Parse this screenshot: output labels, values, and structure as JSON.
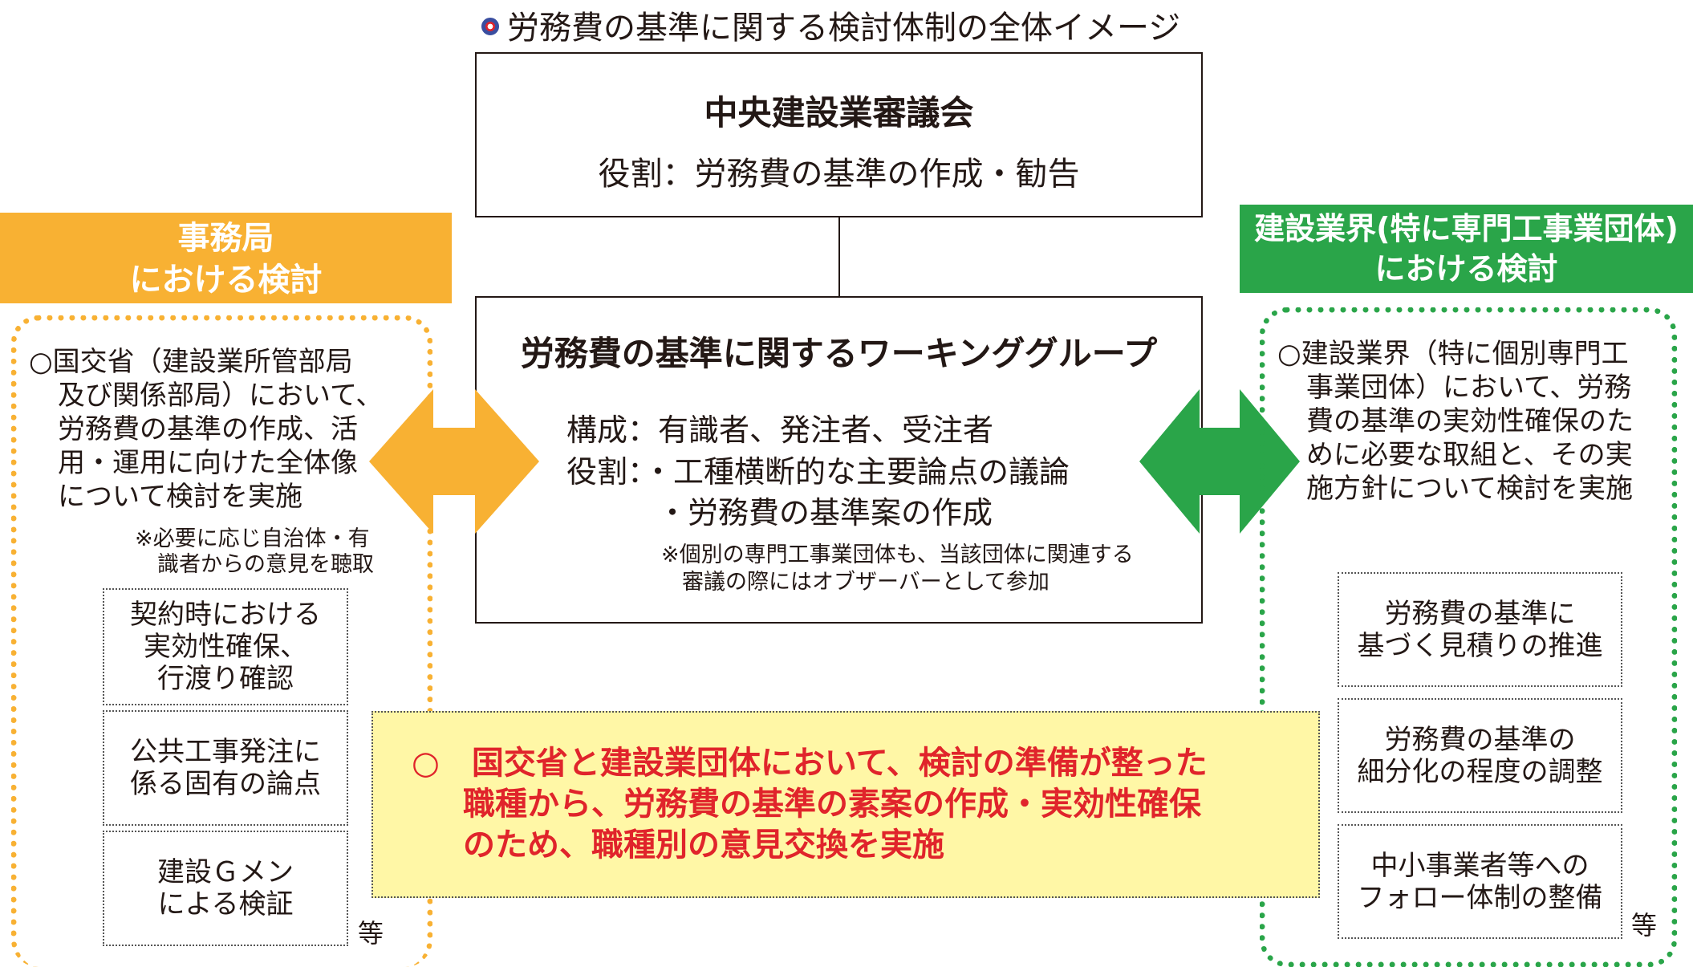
{
  "title": "労務費の基準に関する検討体制の全体イメージ",
  "top_box": {
    "name": "中央建設業審議会",
    "role": "役割：労務費の基準の作成・勧告"
  },
  "wg_box": {
    "name": "労務費の基準に関するワーキンググループ",
    "composition": "構成：有識者、発注者、受注者",
    "role_line1": "役割：・工種横断的な主要論点の議論",
    "role_line2": "・労務費の基準案の作成",
    "note_line1": "※個別の専門工事業団体も、当該団体に関連する",
    "note_line2": "審議の際にはオブザーバーとして参加"
  },
  "left": {
    "header_line1": "事務局",
    "header_line2": "における検討",
    "desc_lines": [
      "○国交省（建設業所管部局",
      "及び関係部局）において、",
      "労務費の基準の作成、活",
      "用・運用に向けた全体像",
      "について検討を実施"
    ],
    "note_lines": [
      "※必要に応じ自治体・有",
      "識者からの意見を聴取"
    ],
    "items": [
      [
        "契約時における",
        "実効性確保、",
        "行渡り確認"
      ],
      [
        "公共工事発注に",
        "係る固有の論点"
      ],
      [
        "建設Ｇメン",
        "による検証"
      ]
    ],
    "etc": "等"
  },
  "right": {
    "header_line1": "建設業界(特に専門工事業団体)",
    "header_line2": "における検討",
    "desc_lines": [
      "○建設業界（特に個別専門工",
      "事業団体）において、労務",
      "費の基準の実効性確保のた",
      "めに必要な取組と、その実",
      "施方針について検討を実施"
    ],
    "items": [
      [
        "労務費の基準に",
        "基づく見積りの推進"
      ],
      [
        "労務費の基準の",
        "細分化の程度の調整"
      ],
      [
        "中小事業者等への",
        "フォロー体制の整備"
      ]
    ],
    "etc": "等"
  },
  "bottom": {
    "lines": [
      "○　国交省と建設業団体において、検討の準備が整った",
      "職種から、労務費の基準の素案の作成・実効性確保",
      "のため、職種別の意見交換を実施"
    ]
  },
  "colors": {
    "orange": "#f8b133",
    "green": "#2aa549",
    "red": "#e0242b",
    "yellow": "#fff7a6"
  }
}
